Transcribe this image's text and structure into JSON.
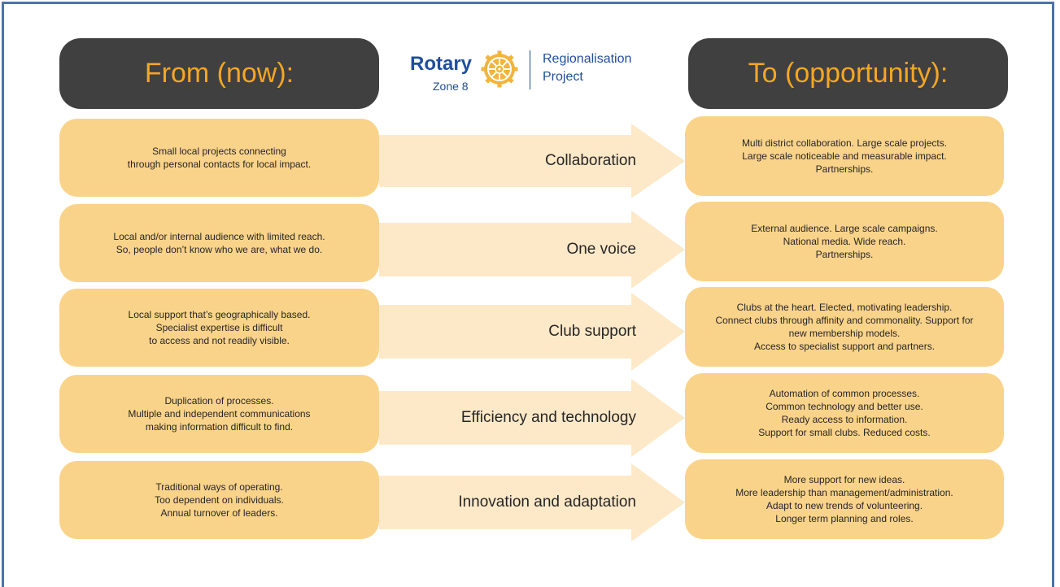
{
  "colors": {
    "header_bg": "#404040",
    "header_text": "#f5a623",
    "box_fill": "#fad38a",
    "arrow_fill": "#fde9c8",
    "brand_blue": "#1f4e9e",
    "frame_border": "#4a74a8"
  },
  "headers": {
    "from": "From (now):",
    "to": "To (opportunity):"
  },
  "logo": {
    "name": "Rotary",
    "zone": "Zone 8",
    "project_line1": "Regionalisation",
    "project_line2": "Project",
    "icon": "rotary-wheel-icon"
  },
  "rows": [
    {
      "from": "Small local projects connecting\nthrough personal contacts for local impact.",
      "label": "Collaboration",
      "to": "Multi district collaboration. Large scale projects.\nLarge scale noticeable and measurable impact.\nPartnerships."
    },
    {
      "from": "Local and/or internal audience with limited reach.\nSo, people don’t know who we are, what we do.",
      "label": "One voice",
      "to": "External audience. Large scale campaigns.\nNational media. Wide reach.\nPartnerships."
    },
    {
      "from": "Local support that’s geographically based.\nSpecialist expertise is difficult\nto access and not readily visible.",
      "label": "Club support",
      "to": "Clubs at the heart. Elected, motivating leadership.\nConnect clubs through affinity and commonality. Support for\nnew membership models.\nAccess to specialist support and partners."
    },
    {
      "from": "Duplication of processes.\nMultiple and independent communications\nmaking information difficult to find.",
      "label": "Efficiency and technology",
      "to": "Automation of common processes.\nCommon technology and better use.\nReady access to information.\nSupport for small clubs. Reduced costs."
    },
    {
      "from": "Traditional ways of operating.\nToo dependent on individuals.\nAnnual turnover of leaders.",
      "label": "Innovation and adaptation",
      "to": "More support for new ideas.\nMore leadership than management/administration.\nAdapt to new trends of volunteering.\nLonger term planning and roles."
    }
  ]
}
